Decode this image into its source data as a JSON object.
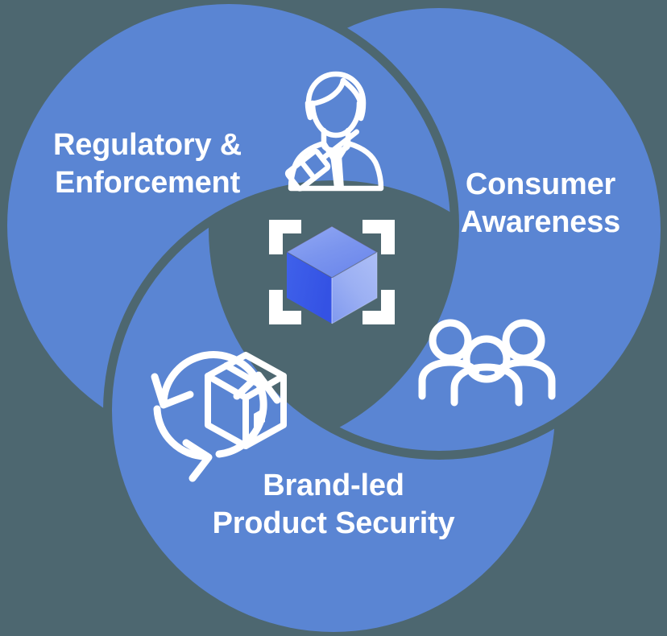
{
  "diagram": {
    "type": "pinwheel-venn",
    "title": "",
    "background_color": "#4d6770",
    "lobe_color": "#5a85d3",
    "label_color": "#ffffff",
    "icon_color": "#ffffff",
    "lobes": [
      {
        "id": "regulatory-enforcement",
        "label_line1": "Regulatory &",
        "label_line2": "Enforcement",
        "icon": "judge-gavel-icon",
        "position": "top-left"
      },
      {
        "id": "consumer-awareness",
        "label_line1": "Consumer",
        "label_line2": "Awareness",
        "icon": "three-people-icon",
        "position": "right"
      },
      {
        "id": "brand-led-product-security",
        "label_line1": "Brand-led",
        "label_line2": "Product Security",
        "icon": "package-cycle-icon",
        "position": "bottom"
      }
    ],
    "center": {
      "icon": "isometric-cube-icon",
      "bracket_icon": "scan-frame-icon",
      "cube_colors": {
        "top": "#7e97ee",
        "left": "#3a5ce8",
        "right": "#93a9f1"
      },
      "bracket_color": "#ffffff"
    }
  }
}
